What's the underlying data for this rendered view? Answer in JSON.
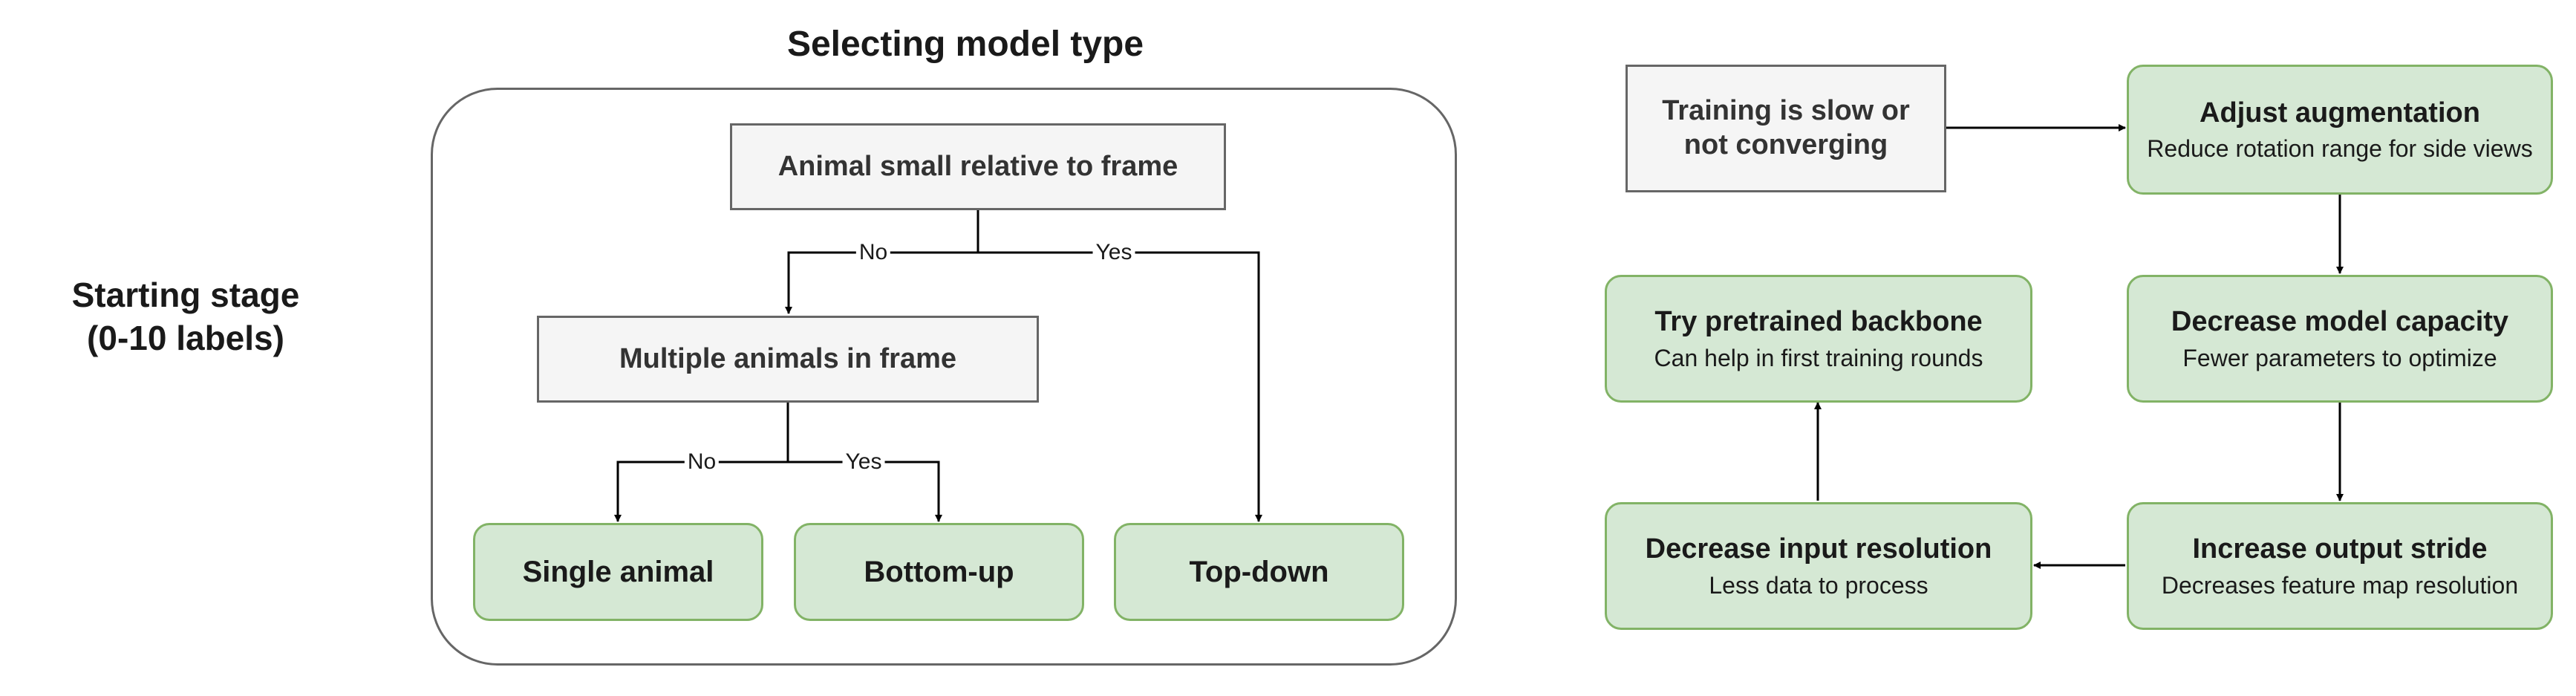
{
  "starting_stage": {
    "line1": "Starting stage",
    "line2": "(0-10 labels)"
  },
  "model_type": {
    "title": "Selecting model type",
    "q_small": "Animal small relative to frame",
    "q_multiple": "Multiple animals in frame",
    "edge_no": "No",
    "edge_yes": "Yes",
    "single_animal": "Single animal",
    "bottom_up": "Bottom-up",
    "top_down": "Top-down"
  },
  "training": {
    "problem": {
      "line1": "Training is slow or",
      "line2": "not converging"
    },
    "steps": {
      "adjust_aug": {
        "title": "Adjust augmentation",
        "sub": "Reduce rotation range for side views"
      },
      "decrease_capacity": {
        "title": "Decrease model capacity",
        "sub": "Fewer parameters to optimize"
      },
      "increase_stride": {
        "title": "Increase output stride",
        "sub": "Decreases feature map resolution"
      },
      "decrease_resolution": {
        "title": "Decrease input resolution",
        "sub": "Less data to process"
      },
      "pretrained": {
        "title": "Try pretrained backbone",
        "sub": "Can help in first training rounds"
      }
    }
  }
}
